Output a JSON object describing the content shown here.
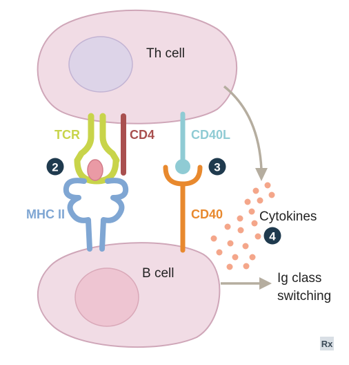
{
  "labels": {
    "th_cell": "Th cell",
    "b_cell": "B cell",
    "tcr": "TCR",
    "cd4": "CD4",
    "cd40l": "CD40L",
    "mhc_ii": "MHC II",
    "cd40": "CD40",
    "cytokines": "Cytokines",
    "ig_class_line1": "Ig class",
    "ig_class_line2": "switching"
  },
  "steps": {
    "two": "2",
    "three": "3",
    "four": "4"
  },
  "logo": "Rx",
  "colors": {
    "cell_fill": "#f1dce5",
    "cell_stroke": "#cfa6b8",
    "th_nucleus": "#ddd4e8",
    "b_nucleus": "#eec5d2",
    "tcr": "#c8d44a",
    "cd4": "#a9504f",
    "cd40l": "#8fcbd4",
    "mhc_ii": "#7fa6d3",
    "cd40": "#e8892e",
    "peptide": "#ea9aa5",
    "cytokine": "#f4a68a",
    "arrow": "#b5ad9f",
    "badge": "#1f3a4e",
    "text": "#222222"
  }
}
